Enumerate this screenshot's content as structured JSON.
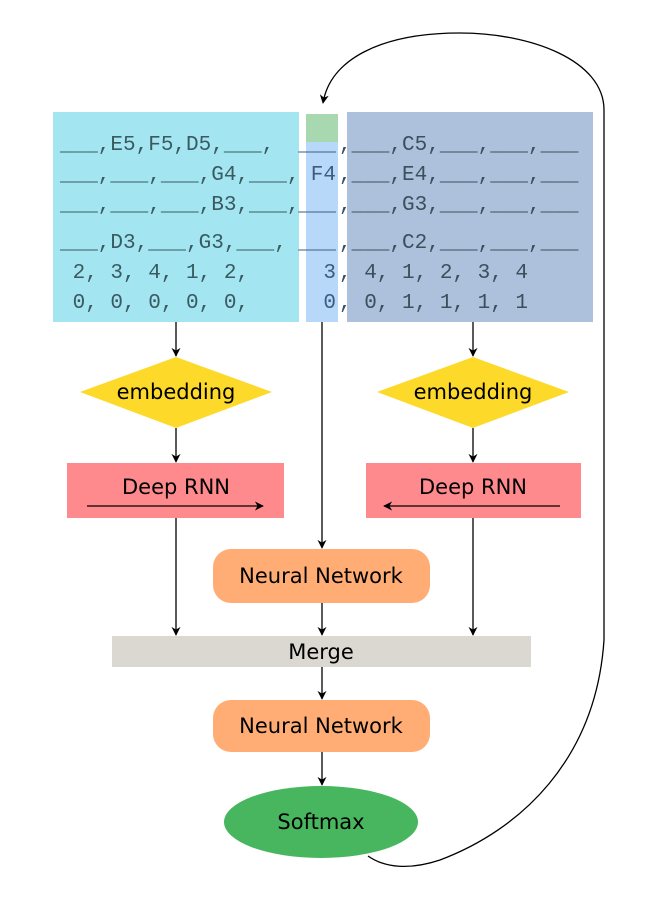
{
  "colors": {
    "left_panel": "#a3e6f2",
    "middle_column": "#b8d8fa",
    "target_cell": "#a8d8b0",
    "right_panel": "#adc1dc",
    "embedding": "#fdd92a",
    "deep_rnn": "#ff8a8e",
    "neural_network": "#ffad75",
    "merge": "#dbd8d1",
    "softmax": "#48b65e"
  },
  "input_sequence": {
    "left_rows": [
      "___,E5,F5,D5,___,",
      "___,___,___,G4,___,",
      "___,___,___,B3,___,",
      "___,D3,___,G3,___,",
      " 2, 3, 4, 1, 2,",
      " 0, 0, 0, 0, 0,"
    ],
    "middle_rows": [
      "___",
      "F4",
      "___",
      "___",
      "3",
      "0"
    ],
    "right_rows": [
      ",___,C5,___,___,___",
      ",___,E4,___,___,___",
      ",___,G3,___,___,___",
      ",___,C2,___,___,___",
      ", 4, 1, 2, 3, 4",
      ", 0, 1, 1, 1, 1"
    ]
  },
  "nodes": {
    "embedding_left": "embedding",
    "embedding_right": "embedding",
    "rnn_left": "Deep RNN",
    "rnn_right": "Deep RNN",
    "neural_network_top": "Neural Network",
    "merge": "Merge",
    "neural_network_bottom": "Neural Network",
    "softmax": "Softmax"
  }
}
